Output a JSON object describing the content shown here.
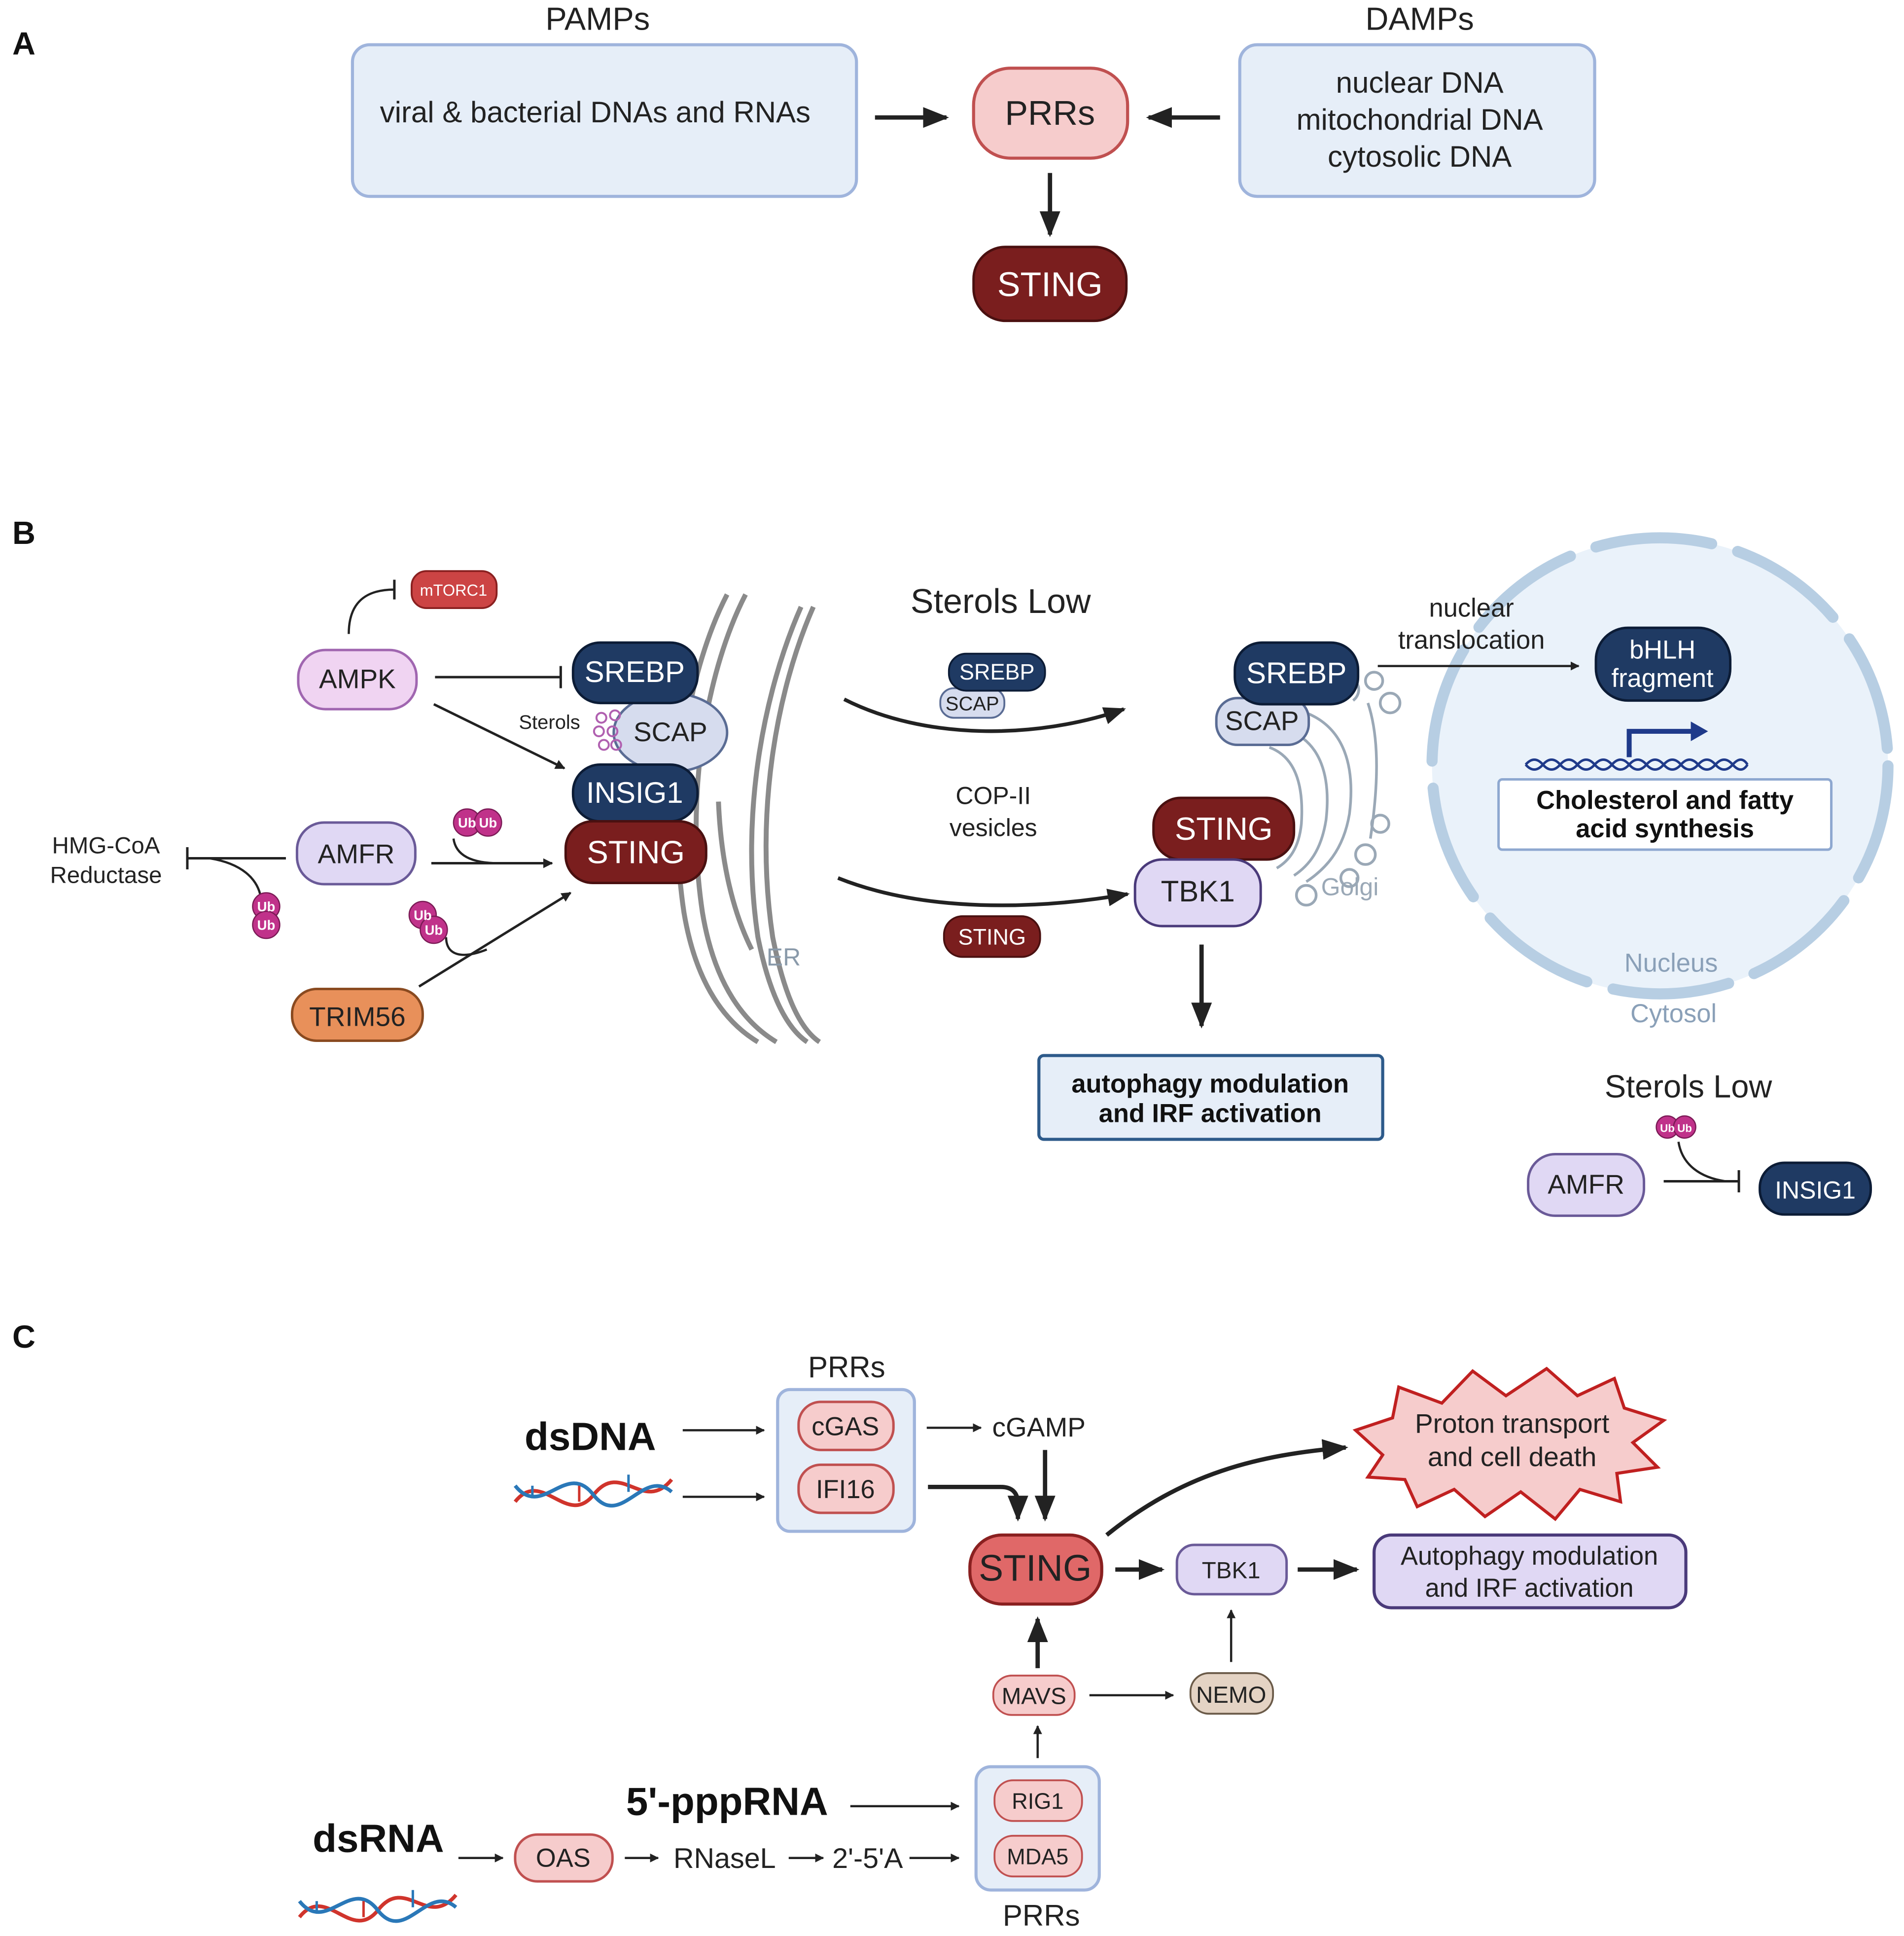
{
  "panels": {
    "a": "A",
    "b": "B",
    "c": "C"
  },
  "colors": {
    "light_blue_box": "#e6eef8",
    "blue_border": "#9fb4dc",
    "pink_fill": "#f6cccc",
    "pink_border": "#c05050",
    "dark_red": "#7a1e1e",
    "navy": "#1f3a63",
    "lavender": "#e0d8f4",
    "violet": "#f0d4f2",
    "orange": "#e8905a",
    "ubiquitin": "#c0328a",
    "tan": "#e4d3c4",
    "nucleus_fill": "#eaf2fa",
    "nucleus_dash": "#b7cee3",
    "organelle_gray": "#8a8a8a",
    "golgi_gray": "#9aa8b6"
  },
  "icons": {
    "ubiquitin": "ubiquitin-chain-icon",
    "sterol": "sterol-molecule-icon",
    "dna_helix": "dna-double-helix-icon",
    "promoter_arrow": "transcription-start-arrow-icon",
    "er": "endoplasmic-reticulum-icon",
    "golgi": "golgi-apparatus-icon",
    "nucleus": "nucleus-envelope-icon"
  },
  "a": {
    "pamps_title": "PAMPs",
    "pamps_text": "viral & bacterial DNAs and RNAs",
    "damps_title": "DAMPs",
    "damps_lines": [
      "nuclear DNA",
      "mitochondrial DNA",
      "cytosolic DNA"
    ],
    "prrs": "PRRs",
    "sting": "STING"
  },
  "b": {
    "mtorc1": "mTORC1",
    "ampk": "AMPK",
    "srebp": "SREBP",
    "scap": "SCAP",
    "sterols": "Sterols",
    "insig1": "INSIG1",
    "sting": "STING",
    "amfr": "AMFR",
    "hmg_line1": "HMG-CoA",
    "hmg_line2": "Reductase",
    "trim56": "TRIM56",
    "er": "ER",
    "ub": "Ub",
    "sterols_low": "Sterols Low",
    "copii_line1": "COP-II",
    "copii_line2": "vesicles",
    "vesicle_srebp": "SREBP",
    "vesicle_scap": "SCAP",
    "vesicle_sting": "STING",
    "golgi_srebp": "SREBP",
    "golgi_scap": "SCAP",
    "golgi_sting": "STING",
    "tbk1": "TBK1",
    "golgi": "Golgi",
    "nuclear_line1": "nuclear",
    "nuclear_line2": "translocation",
    "bhlh_line1": "bHLH",
    "bhlh_line2": "fragment",
    "synth_line1": "Cholesterol and fatty",
    "synth_line2": "acid synthesis",
    "nucleus": "Nucleus",
    "cytosol": "Cytosol",
    "outcome_line1": "autophagy modulation",
    "outcome_line2": "and IRF activation",
    "sterols_low2": "Sterols Low",
    "amfr2": "AMFR",
    "insig1_2": "INSIG1"
  },
  "c": {
    "prrs_top": "PRRs",
    "dsdna": "dsDNA",
    "cgas": "cGAS",
    "ifi16": "IFI16",
    "cgamp": "cGAMP",
    "proton_line1": "Proton transport",
    "proton_line2": "and cell death",
    "sting": "STING",
    "tbk1": "TBK1",
    "auto_line1": "Autophagy modulation",
    "auto_line2": "and IRF activation",
    "mavs": "MAVS",
    "nemo": "NEMO",
    "ppprna": "5'-pppRNA",
    "dsrna": "dsRNA",
    "oas": "OAS",
    "rnasel": "RNaseL",
    "oligoa": "2'-5'A",
    "rig1": "RIG1",
    "mda5": "MDA5",
    "prrs_bottom": "PRRs"
  }
}
